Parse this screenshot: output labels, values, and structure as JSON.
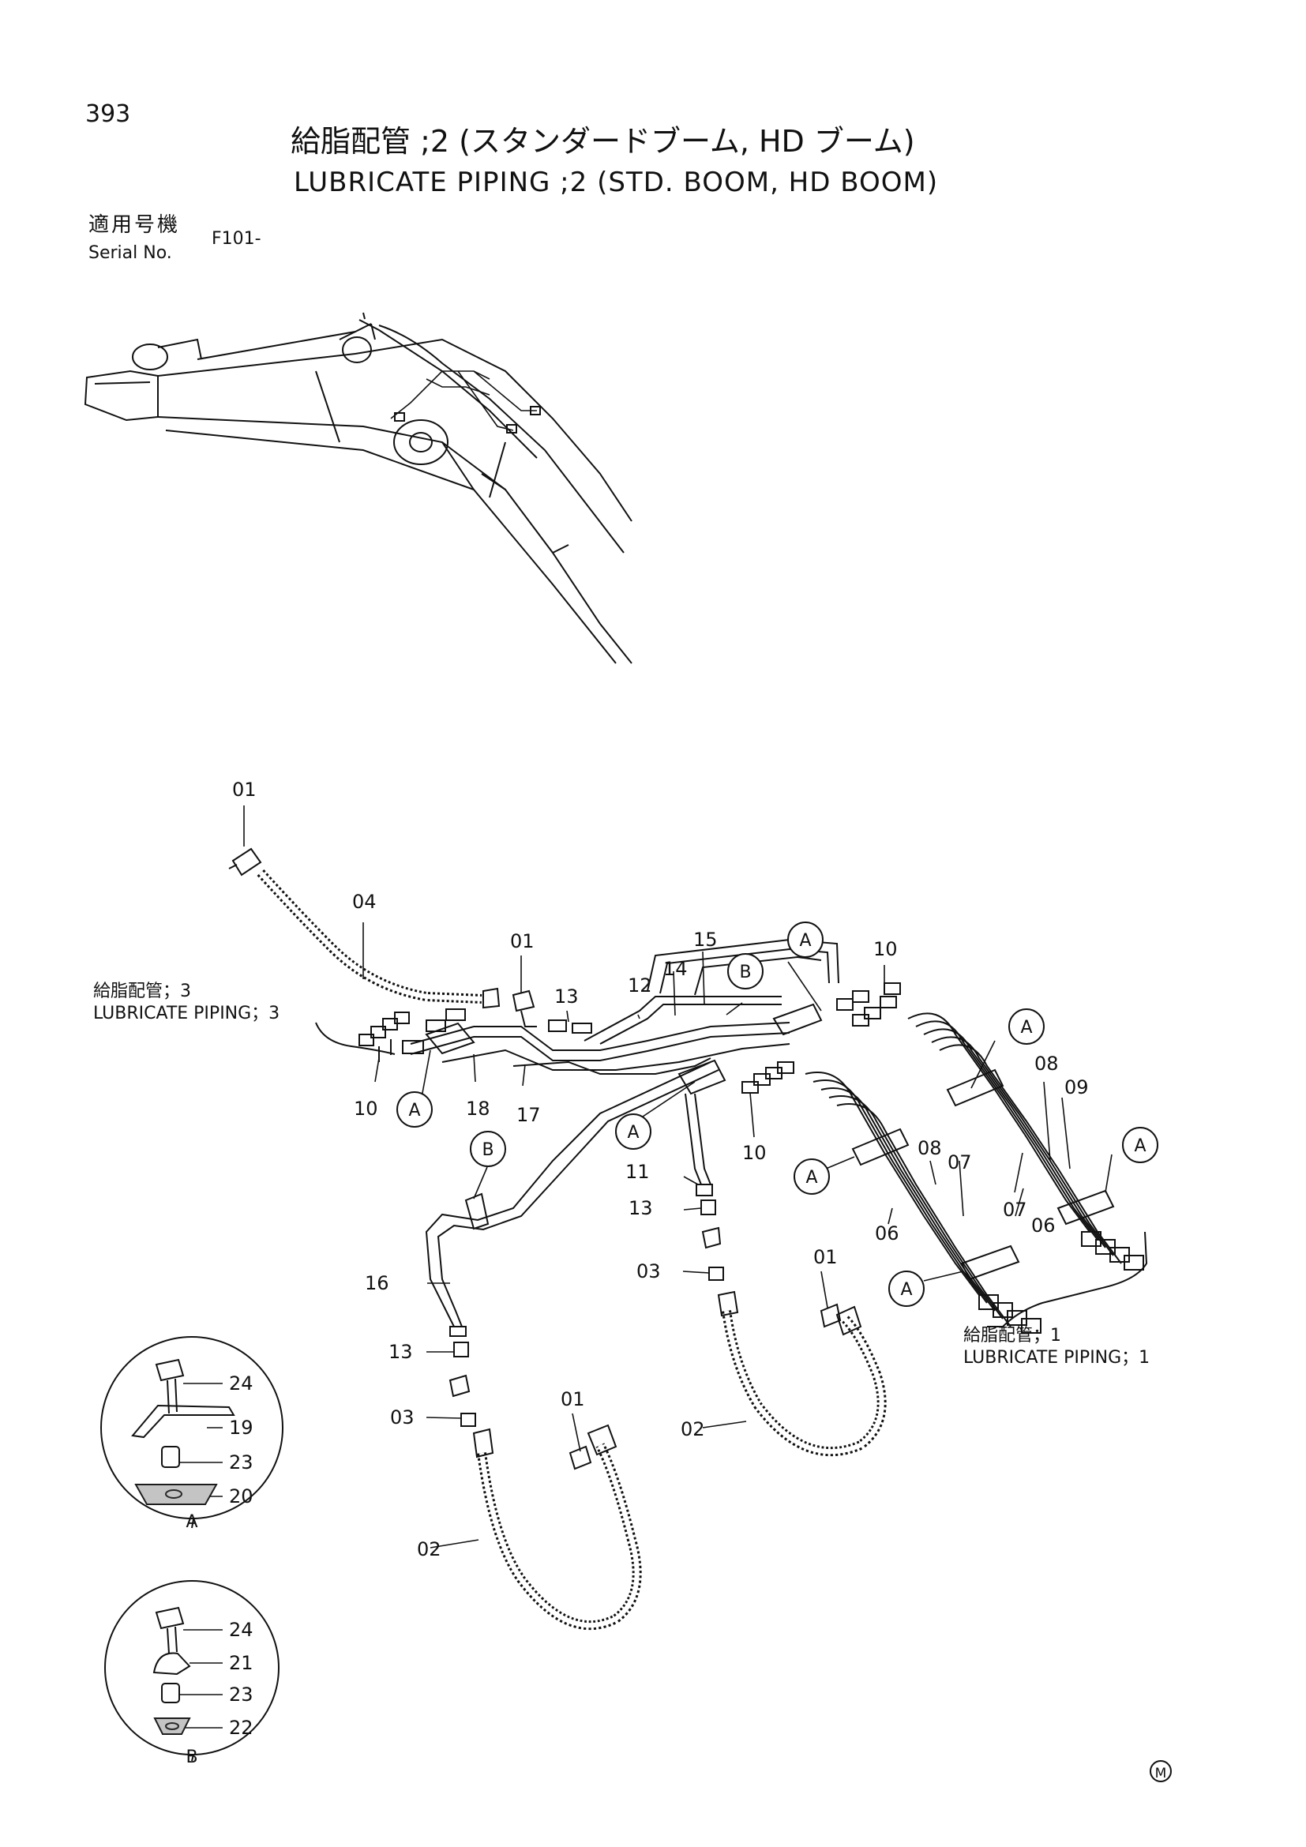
{
  "page": {
    "number": "393"
  },
  "title": {
    "jp": "給脂配管 ;2 (スタンダードブーム, HD ブーム)",
    "en": "LUBRICATE PIPING ;2 (STD. BOOM, HD BOOM)"
  },
  "serial": {
    "label_jp": "適用号機",
    "label_en": "Serial No.",
    "value": "F101-"
  },
  "refs": {
    "piping3_jp": "給脂配管；3",
    "piping3_en": "LUBRICATE PIPING；3",
    "piping1_jp": "給脂配管；1",
    "piping1_en": "LUBRICATE PIPING；1"
  },
  "callouts": {
    "a": "A",
    "b": "B"
  },
  "parts": {
    "p01": "01",
    "p02": "02",
    "p03": "03",
    "p04": "04",
    "p06": "06",
    "p07": "07",
    "p08": "08",
    "p09": "09",
    "p10": "10",
    "p11": "11",
    "p12": "12",
    "p13": "13",
    "p14": "14",
    "p15": "15",
    "p16": "16",
    "p17": "17",
    "p18": "18",
    "p19": "19",
    "p20": "20",
    "p21": "21",
    "p22": "22",
    "p23": "23",
    "p24": "24"
  },
  "insets": {
    "a": "A",
    "b": "B"
  },
  "mark": "M"
}
